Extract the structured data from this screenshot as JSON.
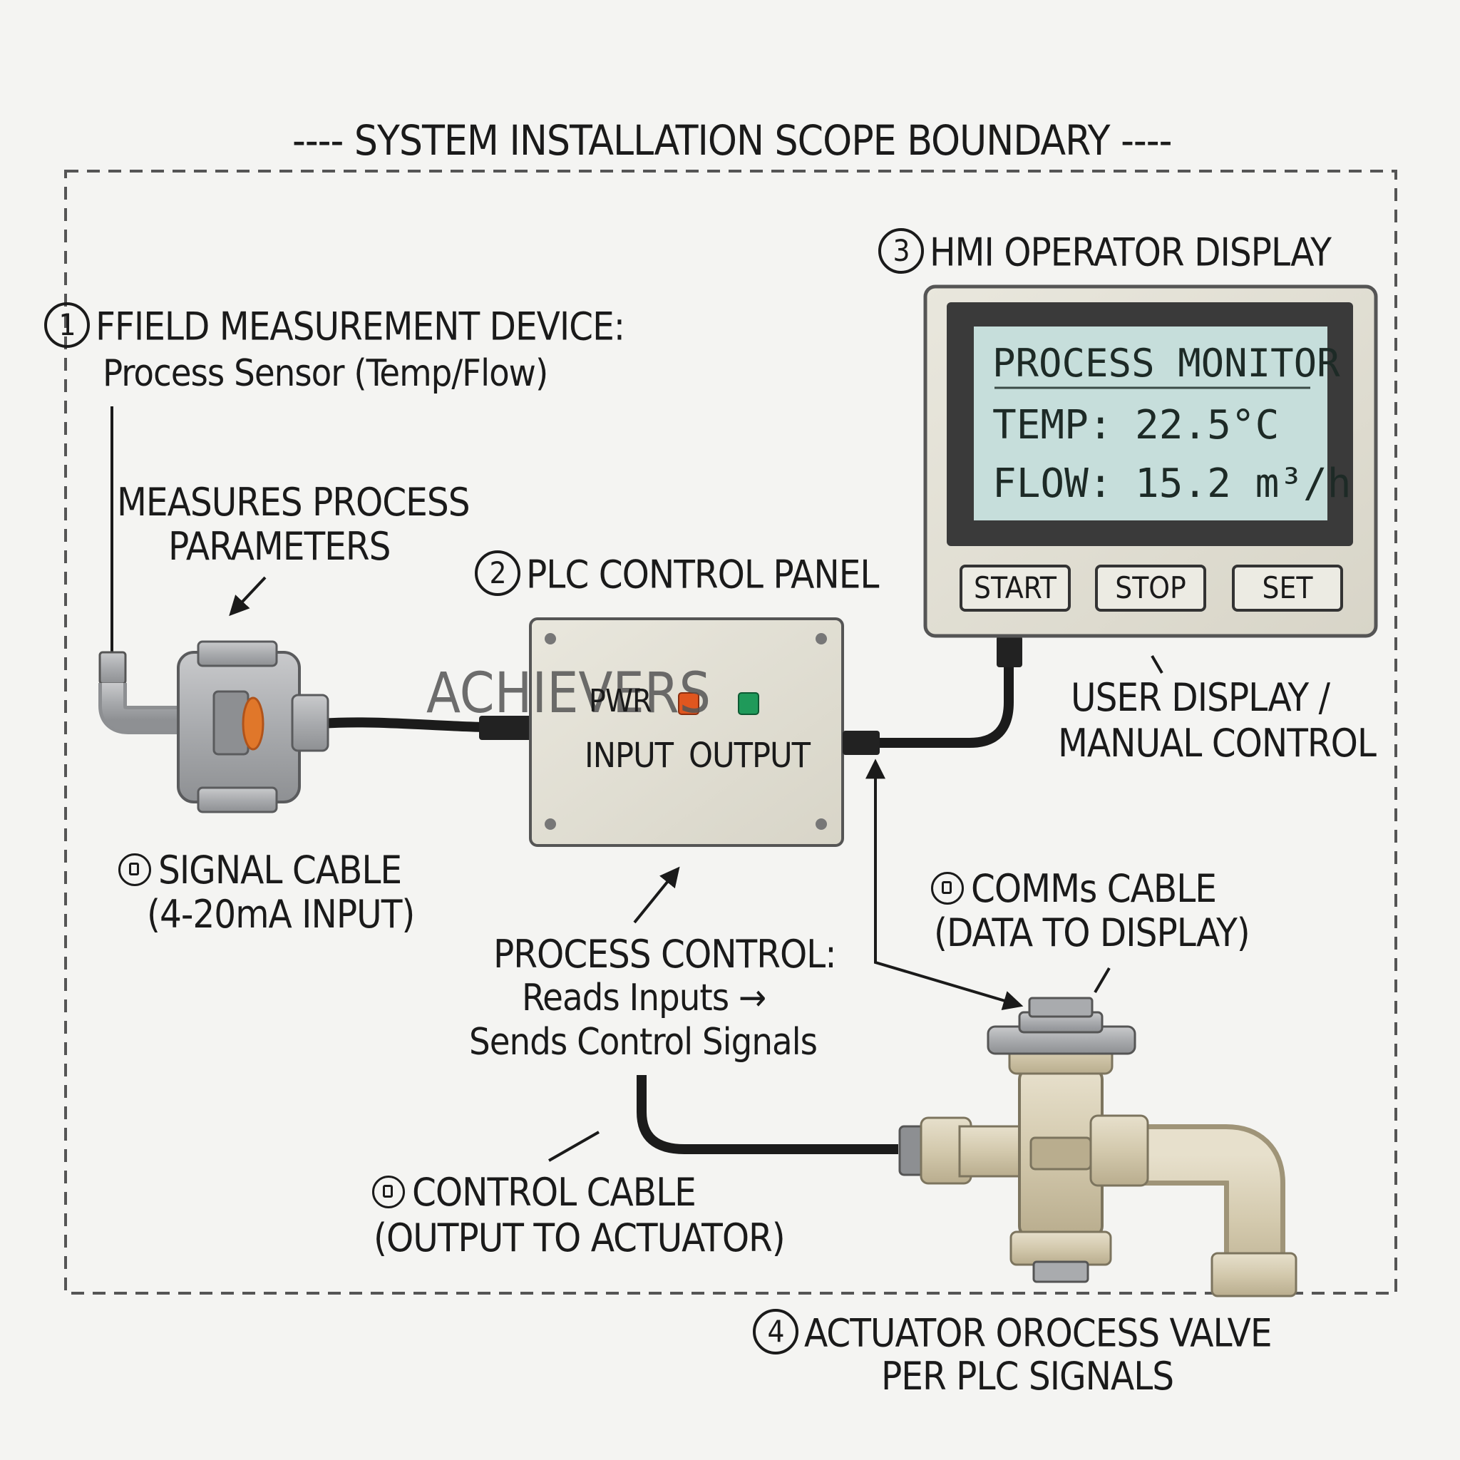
{
  "boundary_title": "---- SYSTEM INSTALLATION SCOPE BOUNDARY ----",
  "watermark": "ACHIEVERS",
  "field_device": {
    "number": "1",
    "title": "FFIELD MEASUREMENT DEVICE:",
    "subtitle": "Process Sensor (Temp/Flow)",
    "note_line1": "MEASURES PROCESS",
    "note_line2": "PARAMETERS"
  },
  "plc": {
    "number": "2",
    "title": "PLC CONTROL PANEL",
    "pwr_label": "PWR",
    "input_label": "INPUT",
    "output_label": "OUTPUT"
  },
  "hmi": {
    "number": "3",
    "title": "HMI OPERATOR DISPLAY",
    "screen_title": "PROCESS MONITOR",
    "temp_label": "TEMP:",
    "temp_value": "22.5°C",
    "flow_label": "FLOW:",
    "flow_value": "15.2 m³/h",
    "buttons": [
      "START",
      "STOP",
      "SET"
    ],
    "note_line1": "USER DISPLAY /",
    "note_line2": "MANUAL CONTROL"
  },
  "signal_cable": {
    "line1": "SIGNAL CABLE",
    "line2": "(4-20mA INPUT)"
  },
  "comms_cable": {
    "line1": "COMMs CABLE",
    "line2": "(DATA TO DISPLAY)"
  },
  "process_control": {
    "line1": "PROCESS CONTROL:",
    "line2": "Reads Inputs →",
    "line3": "Sends Control Signals"
  },
  "control_cable": {
    "line1": "CONTROL CABLE",
    "line2": "(OUTPUT TO ACTUATOR)"
  },
  "actuator": {
    "number": "4",
    "line1": "ACTUATOR OROCESS VALVE",
    "line2": "PER PLC SIGNALS"
  },
  "colors": {
    "background": "#f4f4f2",
    "lcd": "#c6dedb",
    "led_input": "#e0561f",
    "led_output": "#1f9a5a",
    "sensor_ring": "#e0772a",
    "cable": "#1b1b1b"
  }
}
